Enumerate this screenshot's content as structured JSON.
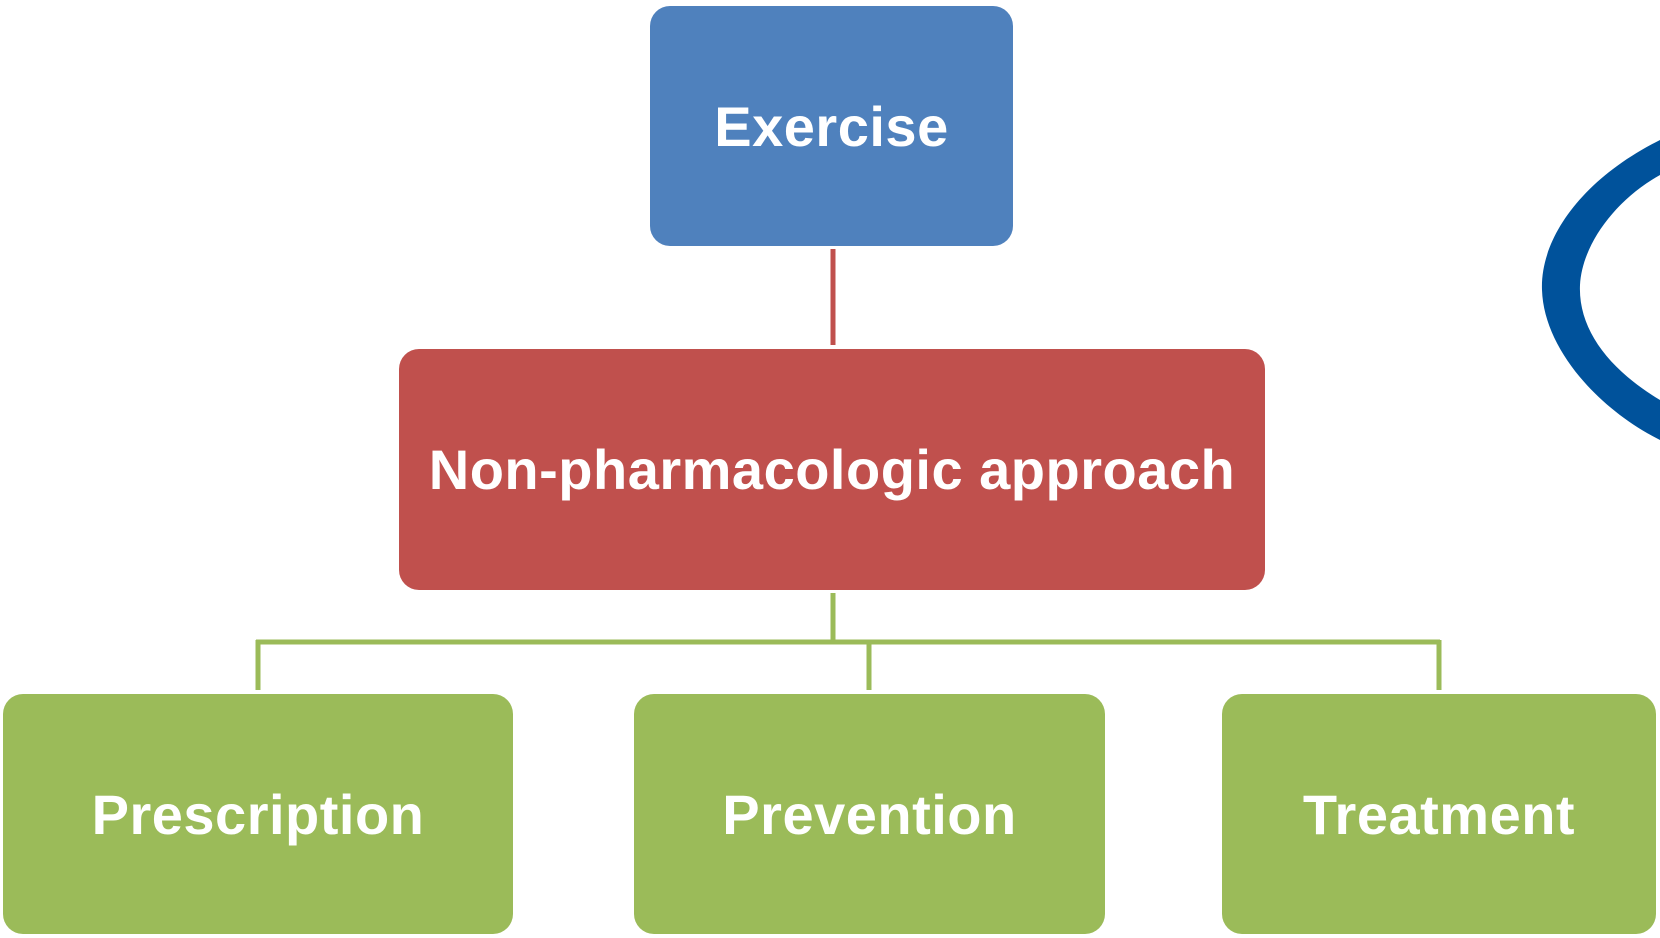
{
  "diagram": {
    "root": {
      "label": "Exercise",
      "color": "#4F81BD"
    },
    "middle": {
      "label": "Non-pharmacologic approach",
      "color": "#C0504D"
    },
    "children": [
      {
        "label": "Prescription",
        "color": "#9BBB59"
      },
      {
        "label": "Prevention",
        "color": "#9BBB59"
      },
      {
        "label": "Treatment",
        "color": "#9BBB59"
      }
    ],
    "connector_colors": {
      "root_to_middle": "#C0504D",
      "middle_to_children": "#9BBB59"
    },
    "logo_arc_color": "#00529B"
  }
}
